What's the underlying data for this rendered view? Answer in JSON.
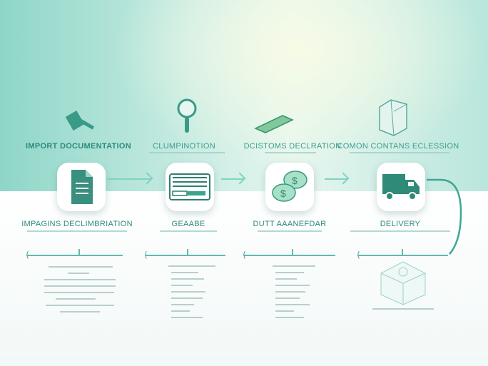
{
  "colors": {
    "accent": "#2e8b7b",
    "light_accent": "#7fd3c2",
    "background_top": "#b9e6dc"
  },
  "top_steps": [
    {
      "title": "IMPORT DOCUMENTATION",
      "icon": "hammer-icon"
    },
    {
      "title": "CLUMPINOTION",
      "icon": "magnifier-icon"
    },
    {
      "title": "DCISTOMS DECLRATION",
      "icon": "bill-icon"
    },
    {
      "title": "COMON CONTANS ECLESSION",
      "icon": "container-icon"
    }
  ],
  "cards": [
    {
      "icon": "document-icon"
    },
    {
      "icon": "form-icon"
    },
    {
      "icon": "coins-icon"
    },
    {
      "icon": "truck-icon"
    }
  ],
  "bottom_steps": [
    {
      "label": "IMPAGINS DECLIMBRIATION"
    },
    {
      "label": "GEAABE"
    },
    {
      "label": "DUTT AAANEFDAR"
    },
    {
      "label": "DELIVERY"
    }
  ]
}
